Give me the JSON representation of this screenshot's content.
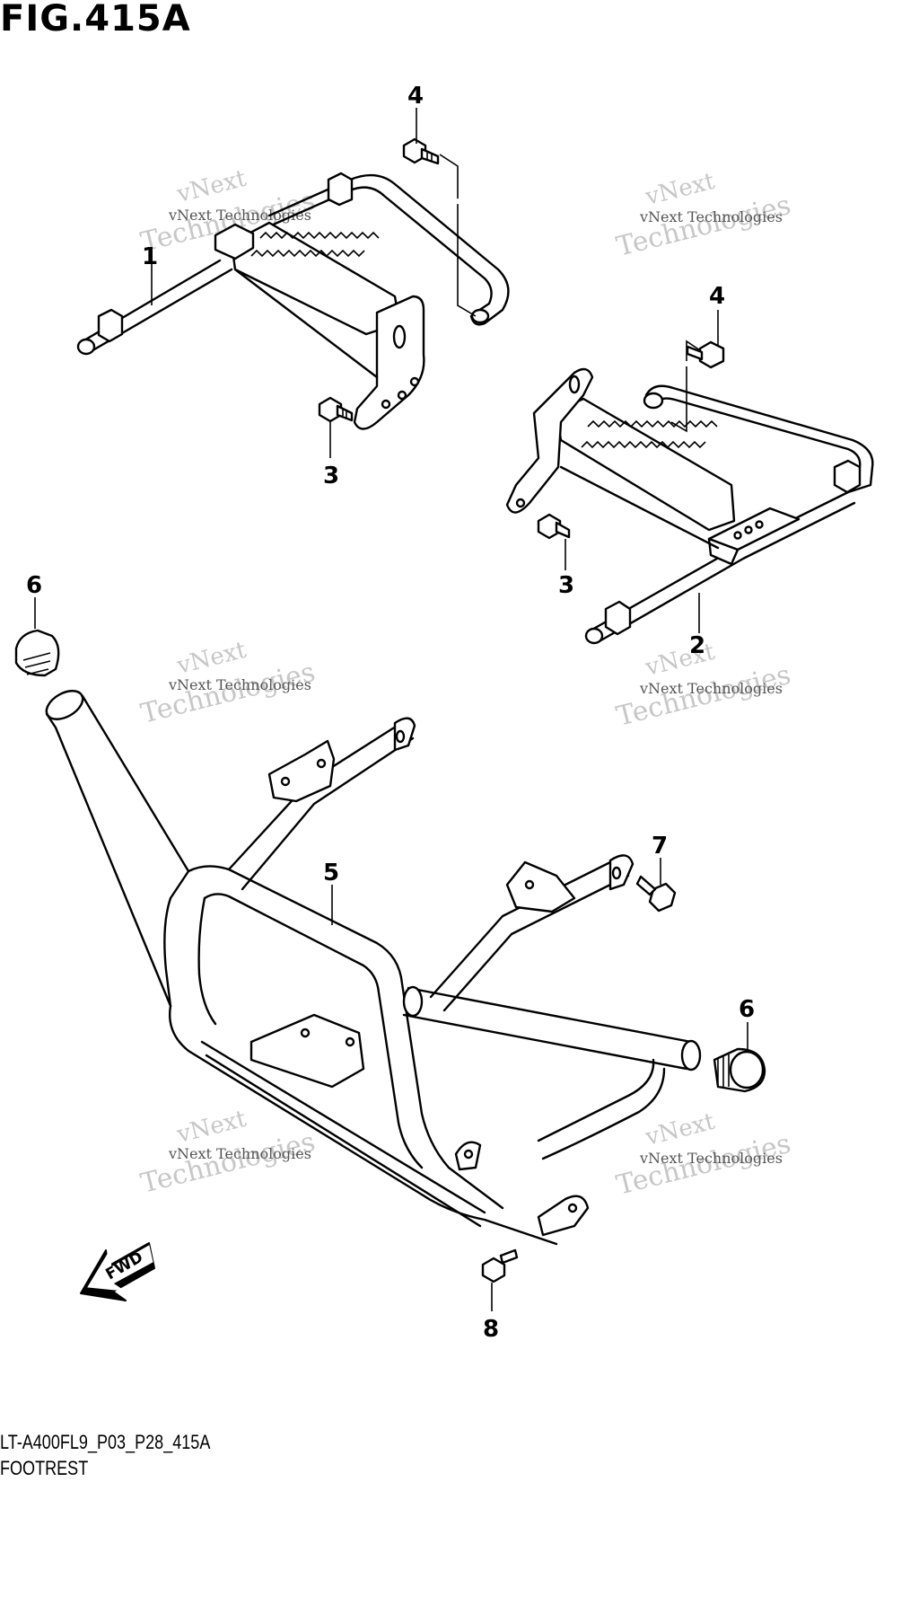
{
  "figure": {
    "title": "FIG.415A",
    "drawing_code": "LT-A400FL9_P03_P28_415A",
    "section_name": "FOOTREST"
  },
  "callouts": [
    "1",
    "2",
    "3",
    "3",
    "4",
    "4",
    "5",
    "6",
    "6",
    "7",
    "8"
  ],
  "direction_arrow": {
    "label": "FWD",
    "icon": "fwd-arrow-icon"
  },
  "watermark": {
    "small_text": "vNext Technologies",
    "large_line1": "vNext",
    "large_line2": "Technologies"
  }
}
